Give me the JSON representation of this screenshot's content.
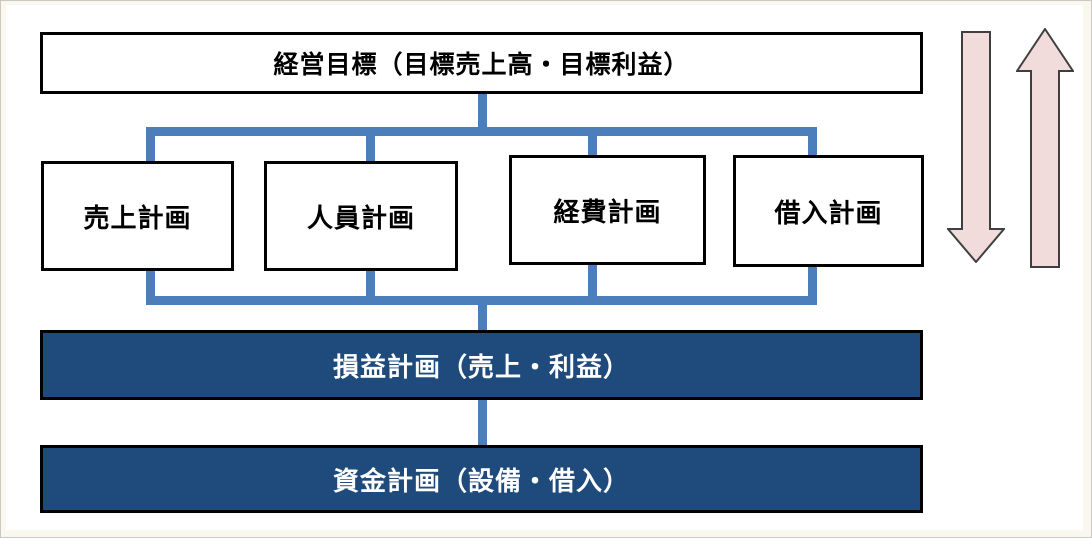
{
  "diagram": {
    "goal": {
      "label": "経営目標（目標売上高・目標利益）"
    },
    "plans": [
      {
        "label": "売上計画"
      },
      {
        "label": "人員計画"
      },
      {
        "label": "経費計画"
      },
      {
        "label": "借入計画"
      }
    ],
    "banners": [
      {
        "label": "損益計画（売上・利益）"
      },
      {
        "label": "資金計画（設備・借入）"
      }
    ],
    "arrows": [
      {
        "name": "downward-flow-arrow",
        "direction": "down"
      },
      {
        "name": "upward-flow-arrow",
        "direction": "up"
      }
    ],
    "colors": {
      "connector": "#4d7ebc",
      "banner_fill": "#1f4a7c",
      "banner_text": "#ffffff",
      "box_fill": "#ffffff",
      "box_border": "#000000",
      "arrow_fill": "#f2dcdb",
      "arrow_outline": "#3f3f3f",
      "frame": "#faf7ee"
    }
  }
}
